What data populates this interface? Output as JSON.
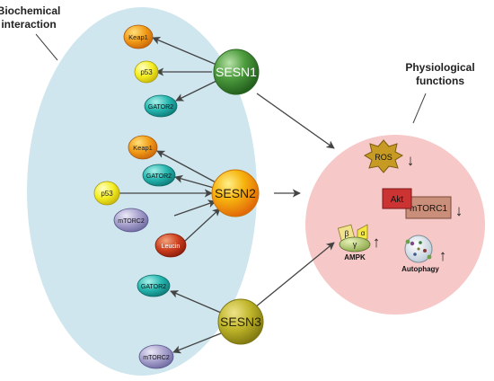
{
  "labels": {
    "biochemical_line1": "Biochemical",
    "biochemical_line2": "interaction",
    "physiological_line1": "Physiological",
    "physiological_line2": "functions"
  },
  "sestrins": {
    "sesn1": "SESN1",
    "sesn2": "SESN2",
    "sesn3": "SESN3"
  },
  "partners": {
    "sesn1_keap1": "Keap1",
    "sesn1_p53": "p53",
    "sesn1_gator2": "GATOR2",
    "sesn2_keap1": "Keap1",
    "sesn2_gator2": "GATOR2",
    "sesn2_p53": "p53",
    "sesn2_mtorc2": "mTORC2",
    "sesn2_leucin": "Leucin",
    "sesn3_gator2": "GATOR2",
    "sesn3_mtorc2": "mTORC2"
  },
  "functions": {
    "ros": "ROS",
    "akt": "Akt",
    "mtorc1": "mTORC1",
    "beta": "β",
    "alpha": "α",
    "gamma": "γ",
    "ampk": "AMPK",
    "autophagy": "Autophagy",
    "arrow_down": "↓",
    "arrow_up": "↑"
  },
  "colors": {
    "cell_bg": "#cfe6ee",
    "functions_bg": "#f7c8c8",
    "sesn1": "#3f8f35",
    "sesn2": "#f2a20a",
    "sesn3": "#b2aa1e",
    "keap1": "#ee9a16",
    "p53": "#f2ec1a",
    "gator2": "#22b3ad",
    "mtorc2": "#9a95c2",
    "leucin": "#c83a1d",
    "akt": "#cc3333",
    "mtorc1": "#c98f7a"
  }
}
